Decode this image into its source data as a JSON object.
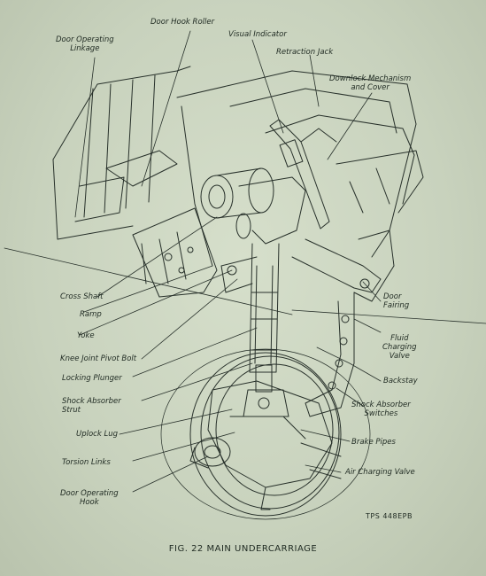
{
  "figure": {
    "caption": "FIG. 22   MAIN UNDERCARRIAGE",
    "reference": "TPS 448EPB"
  },
  "labels": {
    "door_operating_linkage": "Door Operating\nLinkage",
    "door_hook_roller": "Door Hook Roller",
    "visual_indicator": "Visual Indicator",
    "retraction_jack": "Retraction Jack",
    "downlock_mechanism": "Downlock Mechanism\nand Cover",
    "cross_shaft": "Cross Shaft",
    "ramp": "Ramp",
    "yoke": "Yoke",
    "knee_joint_pivot_bolt": "Knee Joint Pivot Bolt",
    "locking_plunger": "Locking Plunger",
    "shock_absorber_strut": "Shock Absorber\nStrut",
    "uplock_lug": "Uplock Lug",
    "torsion_links": "Torsion Links",
    "door_operating_hook": "Door Operating\nHook",
    "door_fairing": "Door\nFairing",
    "fluid_charging_valve": "Fluid\nCharging\nValve",
    "backstay": "Backstay",
    "shock_absorber_switches": "Shock Absorber\nSwitches",
    "brake_pipes": "Brake Pipes",
    "air_charging_valve": "Air Charging Valve"
  }
}
